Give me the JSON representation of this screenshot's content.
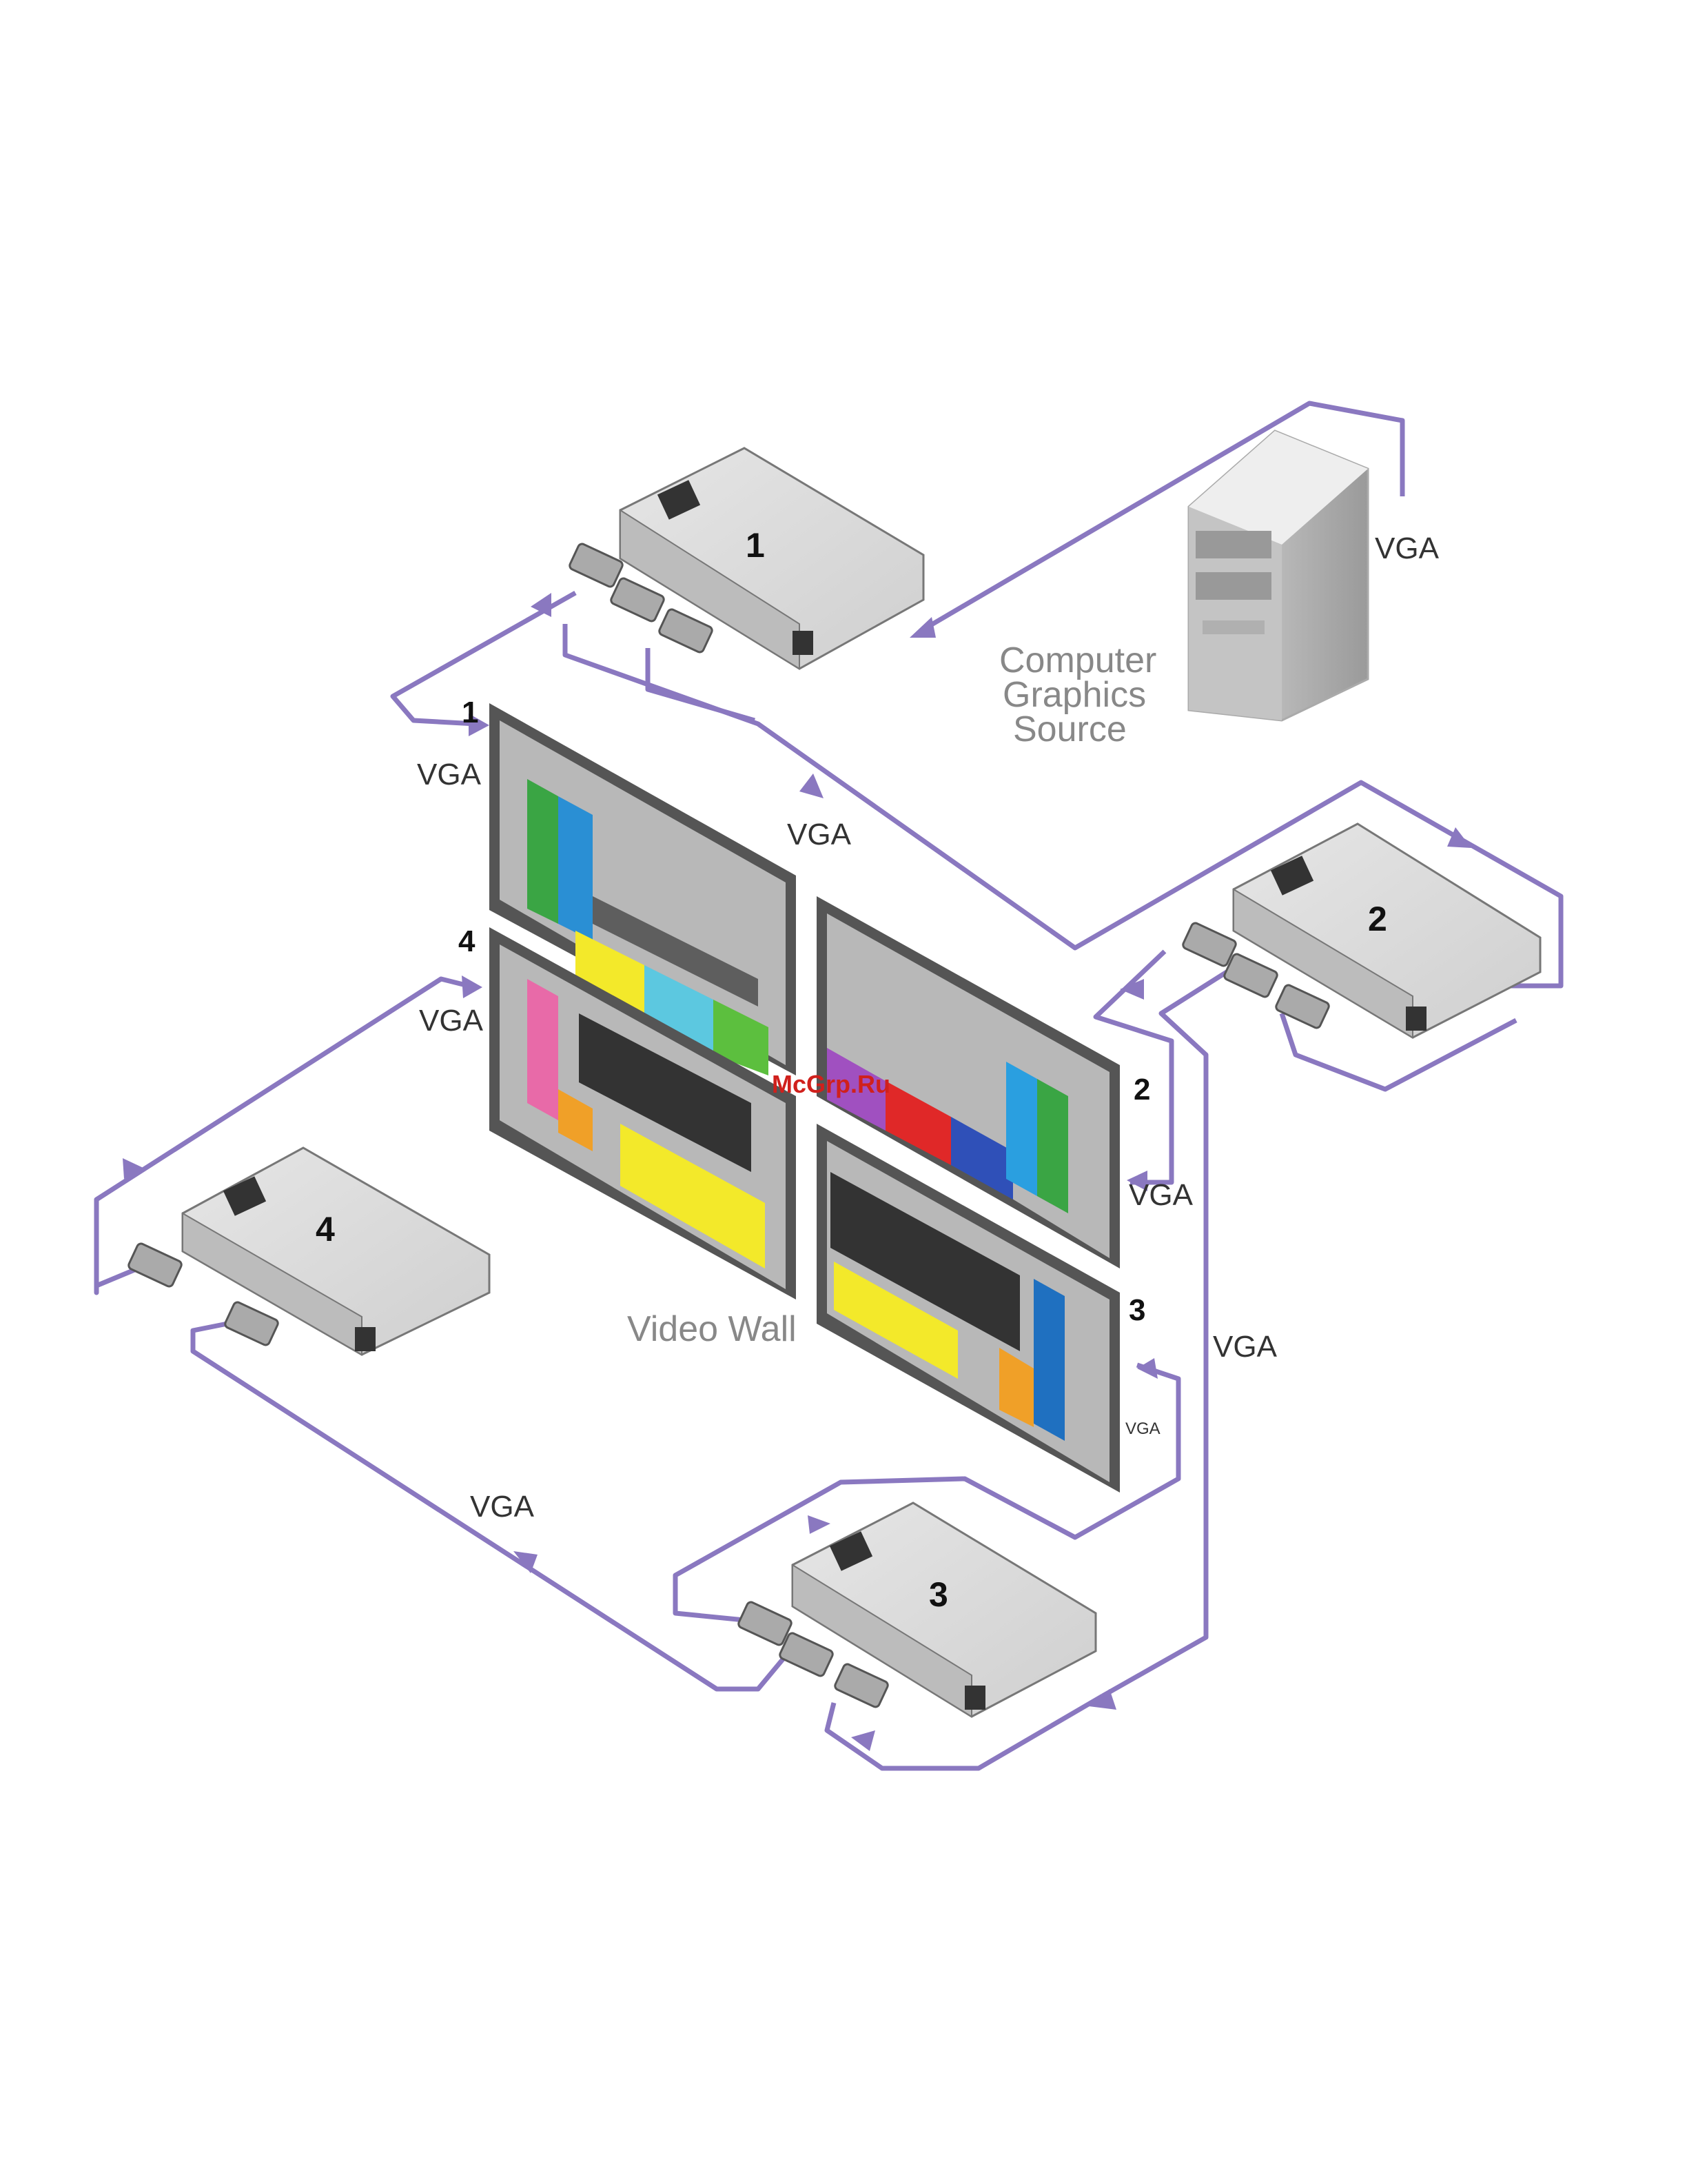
{
  "labels": {
    "cable_source": "VGA",
    "cable_1_in": "VGA",
    "cable_1_2": "VGA",
    "cable_4_in": "VGA",
    "cable_2_out": "VGA",
    "cable_2_3": "VGA",
    "cable_3_out": "VGA",
    "cable_3_4": "VGA",
    "source_line1": "Computer",
    "source_line2": "Graphics",
    "source_line3": "Source",
    "video_wall": "Video Wall",
    "watermark": "McGrp.Ru"
  },
  "devices": [
    {
      "number": "1"
    },
    {
      "number": "2"
    },
    {
      "number": "3"
    },
    {
      "number": "4"
    }
  ],
  "screens": [
    {
      "number": "1"
    },
    {
      "number": "2"
    },
    {
      "number": "3"
    },
    {
      "number": "4"
    }
  ],
  "colors": {
    "cable": "#8a78c0",
    "device_body": "#d9d9d9",
    "screen_frame": "#555555",
    "watermark": "#d0201c"
  }
}
